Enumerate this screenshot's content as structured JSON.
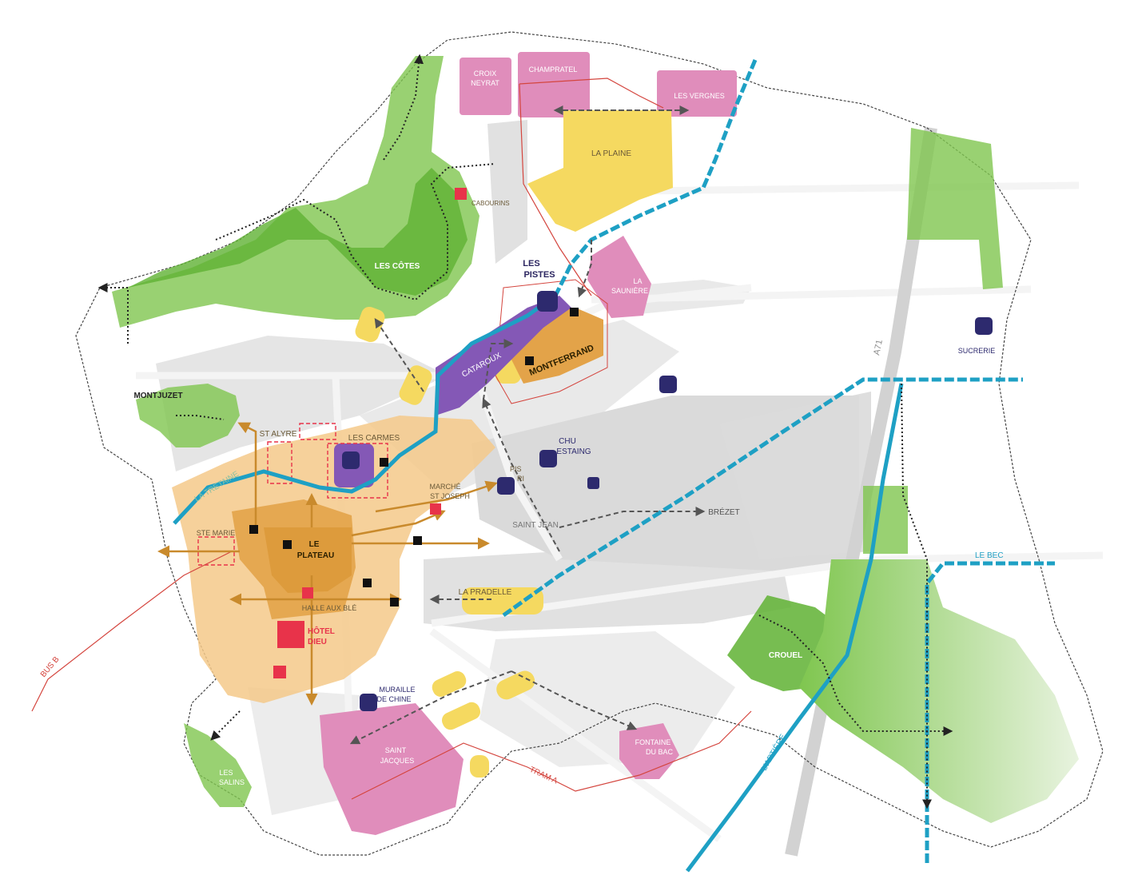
{
  "labels": {
    "croix_neyrat": [
      "CROIX",
      "NEYRAT"
    ],
    "champratel": "CHAMPRATEL",
    "les_vergnes": "LES VERGNES",
    "la_plaine": "LA PLAINE",
    "cabourins": "CABOURINS",
    "les_cotes": "LES CÔTES",
    "les_pistes": [
      "LES",
      "PISTES"
    ],
    "la_sauniere": [
      "LA",
      "SAUNIÈRE"
    ],
    "cataroux": "CATAROUX",
    "montferrand": "MONTFERRAND",
    "sucrerie": "SUCRERIE",
    "montjuzet": "MONTJUZET",
    "st_alyre": "ST ALYRE",
    "les_carmes": "LES CARMES",
    "chu_estaing": [
      "CHU",
      "ESTAING"
    ],
    "marche_st_joseph": [
      "MARCHÉ",
      "ST JOSEPH"
    ],
    "pis_ri": [
      "PIS",
      "RI"
    ],
    "la_tretaine": "LA TRETAINE",
    "ste_marie": "STE MARIE",
    "le_plateau": [
      "LE",
      "PLATEAU"
    ],
    "saint_jean": "SAINT JEAN",
    "brezet": "BRÉZET",
    "la_pradelle": "LA PRADELLE",
    "halle_aux_ble": "HALLE AUX BLÉ",
    "hotel_dieu": [
      "HÔTEL",
      "DIEU"
    ],
    "bus_b": "BUS B",
    "muraille_de_chine": [
      "MURAILLE",
      "DE CHINE"
    ],
    "saint_jacques": [
      "SAINT",
      "JACQUES"
    ],
    "tram_a": "TRAM A",
    "fontaine_du_bac": [
      "FONTAINE",
      "DU BAC"
    ],
    "les_salins": [
      "LES",
      "SALINS"
    ],
    "a71": "A71",
    "le_bec": "LE BEC",
    "crouel": "CROUEL",
    "l_artiere": "L'ARTIÈRE"
  },
  "colors": {
    "green": "#6cbf45",
    "green_light": "#b9dd9a",
    "pink": "#e08dbb",
    "yellow": "#f5d960",
    "orange": "#f4c98a",
    "orange_dark": "#e3a349",
    "purple": "#8458b6",
    "navy": "#2d2a6e",
    "red": "#e8334a",
    "teal": "#1ea0c4",
    "gray": "#d9d9d9",
    "brown_arrow": "#c98a2c"
  }
}
